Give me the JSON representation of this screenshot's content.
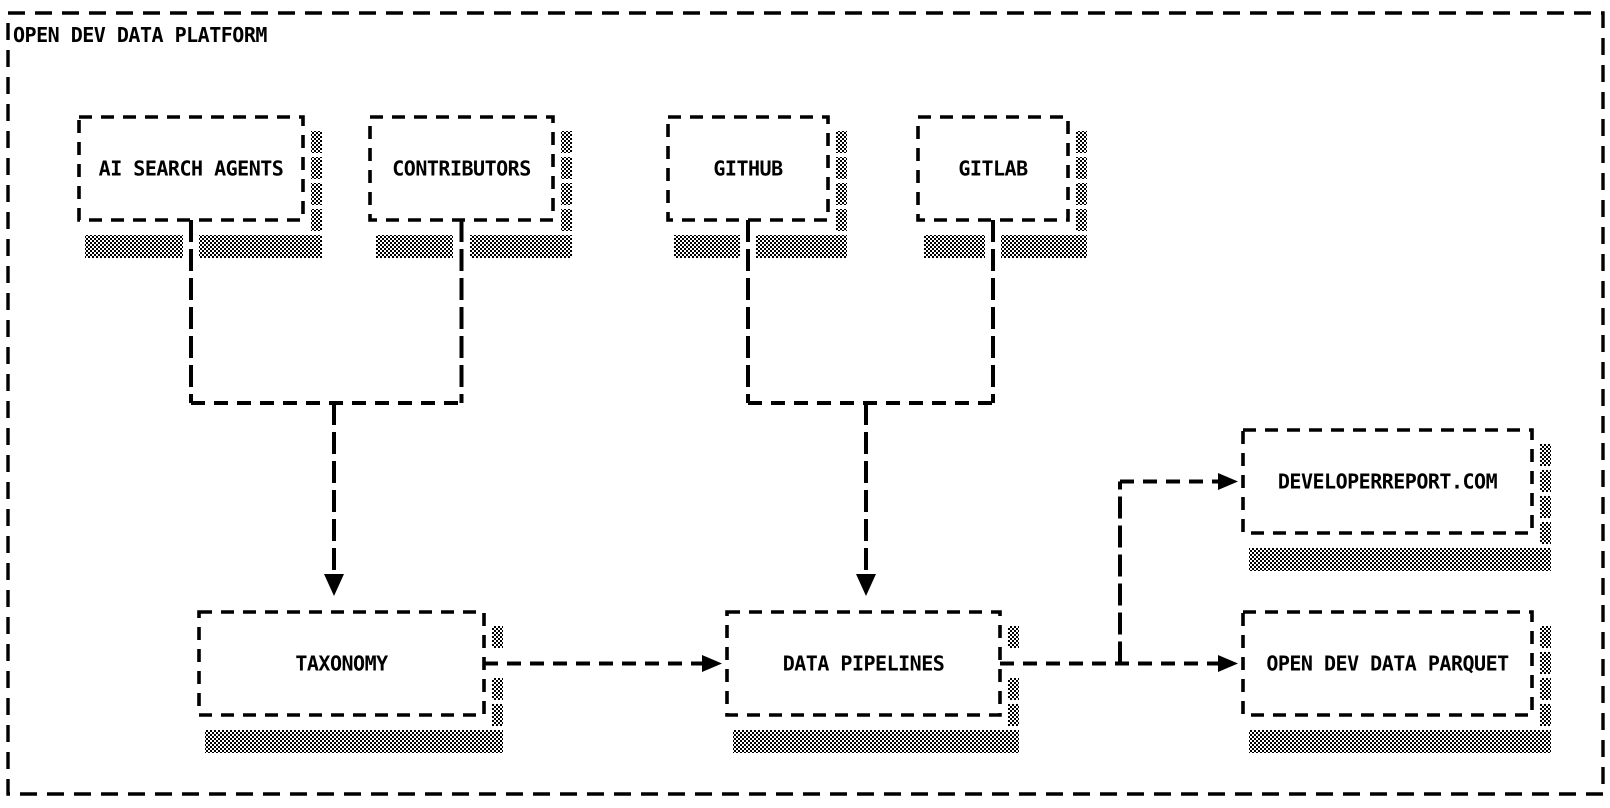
{
  "diagram": {
    "title": "OPEN DEV DATA PLATFORM",
    "nodes": [
      {
        "id": "ai-search-agents",
        "label": "AI SEARCH AGENTS"
      },
      {
        "id": "contributors",
        "label": "CONTRIBUTORS"
      },
      {
        "id": "github",
        "label": "GITHUB"
      },
      {
        "id": "gitlab",
        "label": "GITLAB"
      },
      {
        "id": "taxonomy",
        "label": "TAXONOMY"
      },
      {
        "id": "data-pipelines",
        "label": "DATA PIPELINES"
      },
      {
        "id": "developerreport",
        "label": "DEVELOPERREPORT.COM"
      },
      {
        "id": "open-dev-data-parquet",
        "label": "OPEN DEV DATA PARQUET"
      }
    ],
    "edges": [
      {
        "from": "ai-search-agents",
        "to": "taxonomy"
      },
      {
        "from": "contributors",
        "to": "taxonomy"
      },
      {
        "from": "github",
        "to": "data-pipelines"
      },
      {
        "from": "gitlab",
        "to": "data-pipelines"
      },
      {
        "from": "taxonomy",
        "to": "data-pipelines"
      },
      {
        "from": "data-pipelines",
        "to": "developerreport"
      },
      {
        "from": "data-pipelines",
        "to": "open-dev-data-parquet"
      }
    ],
    "colors": {
      "ink": "#000000",
      "paper": "#ffffff"
    }
  }
}
